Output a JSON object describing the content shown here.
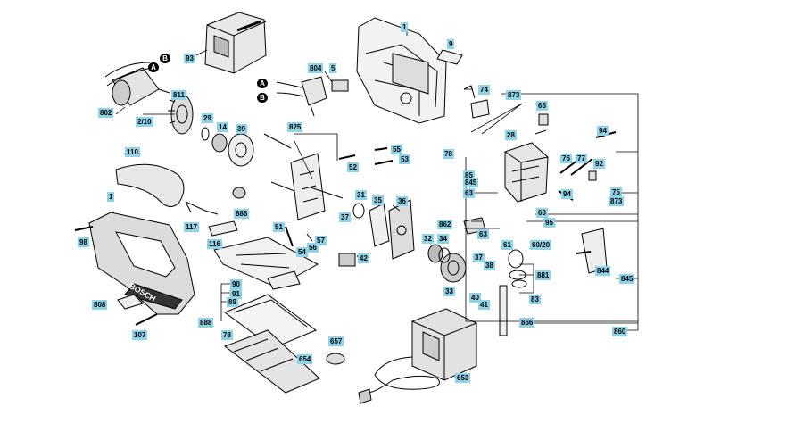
{
  "labels": {
    "l1a": "1",
    "l9": "9",
    "l93": "93",
    "l804": "804",
    "l5": "5",
    "l74": "74",
    "l873a": "873",
    "lA1": "A",
    "lB1": "B",
    "lA2": "A",
    "lB2": "B",
    "l802": "802",
    "l210": "2/10",
    "l811": "811",
    "l29": "29",
    "l14": "14",
    "l39": "39",
    "l825": "825",
    "l28": "28",
    "l65": "65",
    "l94a": "94",
    "l78a": "78",
    "l110": "110",
    "l52": "52",
    "l55": "55",
    "l53": "53",
    "l76": "76",
    "l77": "77",
    "l92": "92",
    "l85": "85",
    "l845a": "845",
    "l75": "75",
    "l873b": "873",
    "l63a": "63",
    "l94b": "94",
    "l1b": "1",
    "l886": "886",
    "l31": "31",
    "l35": "35",
    "l36": "36",
    "l37a": "37",
    "l60": "60",
    "l95": "95",
    "l862": "862",
    "l63b": "63",
    "l117": "117",
    "l51": "51",
    "l98": "98",
    "l116": "116",
    "l57": "57",
    "l54": "54",
    "l56": "56",
    "l32": "32",
    "l34": "34",
    "l61": "61",
    "l6020": "60/20",
    "l42": "42",
    "l37b": "37",
    "l38": "38",
    "l881": "881",
    "l844": "844",
    "l845b": "845",
    "l90": "90",
    "l91": "91",
    "l89": "89",
    "l33": "33",
    "l40": "40",
    "l41": "41",
    "l83": "83",
    "l808": "808",
    "l888": "888",
    "l866": "866",
    "l107": "107",
    "l78b": "78",
    "l860": "860",
    "l657": "657",
    "l654": "654",
    "l653": "653"
  },
  "brand_text": "BOSCH"
}
